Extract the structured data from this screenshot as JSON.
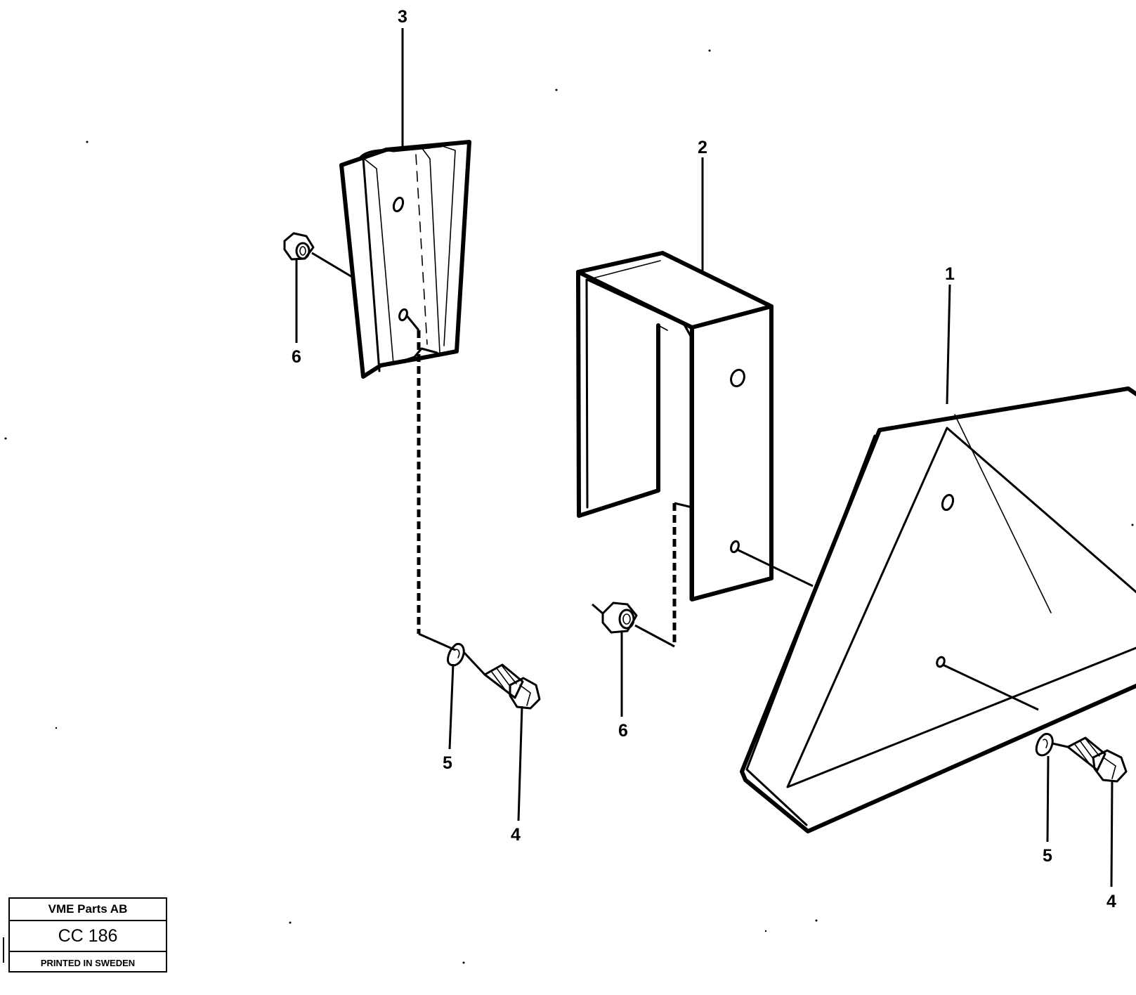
{
  "diagram": {
    "callouts": {
      "c1": "1",
      "c2": "2",
      "c3": "3",
      "c4a": "4",
      "c4b": "4",
      "c5a": "5",
      "c5b": "5",
      "c6a": "6",
      "c6b": "6"
    },
    "parts": {
      "p1": "triangle-reflector",
      "p2": "u-bracket",
      "p3": "mounting-rail",
      "p4": "hex-bolt",
      "p5": "lock-washer",
      "p6": "hex-nut"
    }
  },
  "title_block": {
    "company": "VME Parts AB",
    "code": "CC 186",
    "printed": "PRINTED IN SWEDEN"
  }
}
